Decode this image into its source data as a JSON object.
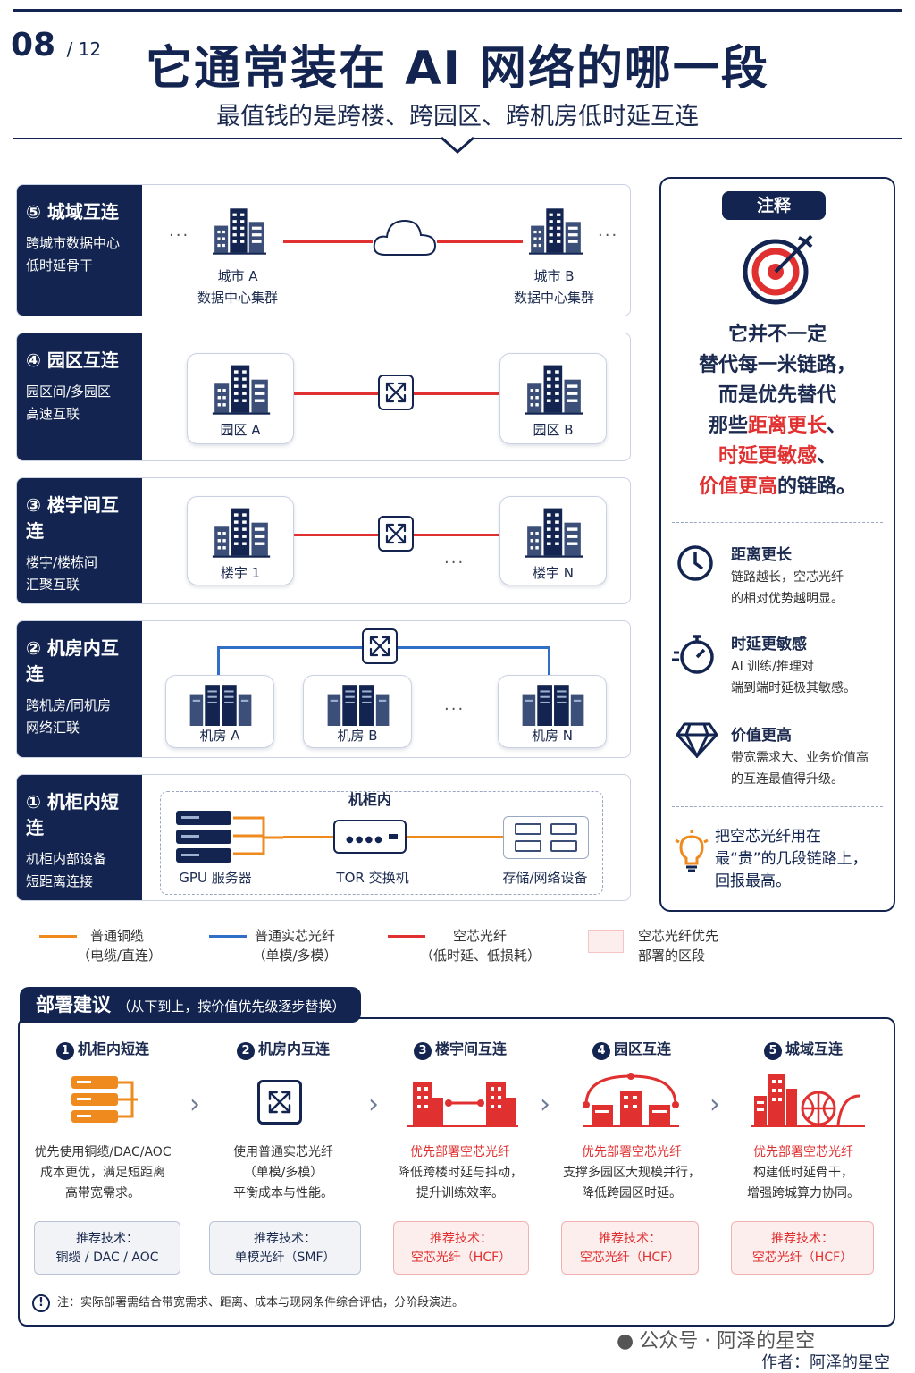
{
  "header": {
    "page_num": "08",
    "page_total": "/ 12",
    "title": "它通常装在 AI 网络的哪一段",
    "subtitle": "最值钱的是跨楼、跨园区、跨机房低时延互连"
  },
  "rows": [
    {
      "title": "⑤ 城域互连",
      "desc1": "跨城市数据中心",
      "desc2": "低时延骨干",
      "left1": "城市 A",
      "left2": "数据中心集群",
      "right1": "城市 B",
      "right2": "数据中心集群"
    },
    {
      "title": "④ 园区互连",
      "desc1": "园区间/多园区",
      "desc2": "高速互联",
      "left1": "园区 A",
      "right1": "园区 B"
    },
    {
      "title": "③ 楼宇间互连",
      "desc1": "楼宇/楼栋间",
      "desc2": "汇聚互联",
      "left1": "楼宇 1",
      "right1": "楼宇 N"
    },
    {
      "title": "② 机房内互连",
      "desc1": "跨机房/同机房",
      "desc2": "网络汇联",
      "a": "机房 A",
      "b": "机房 B",
      "n": "机房 N"
    },
    {
      "title": "① 机柜内短连",
      "desc1": "机柜内部设备",
      "desc2": "短距离连接",
      "inner": "机柜内",
      "gpu": "GPU 服务器",
      "tor": "TOR 交换机",
      "storage": "存储/网络设备"
    }
  ],
  "dots": "···",
  "note": {
    "header": "注释",
    "l1": "它并不一定",
    "l2": "替代每一米链路，",
    "l3": "而是优先替代",
    "l4a": "那些",
    "l4b": "距离更长",
    "l4c": "、",
    "l5a": "时延更敏感",
    "l5b": "、",
    "l6a": "价值更高",
    "l6b": "的链路。",
    "items": [
      {
        "h": "距离更长",
        "d1": "链路越长，空芯光纤",
        "d2": "的相对优势越明显。"
      },
      {
        "h": "时延更敏感",
        "d1": "AI 训练/推理对",
        "d2": "端到端时延极其敏感。"
      },
      {
        "h": "价值更高",
        "d1": "带宽需求大、业务价值高",
        "d2": "的互连最值得升级。"
      }
    ],
    "tip1": "把空芯光纤用在",
    "tip2": "最“贵”的几段链路上，",
    "tip3": "回报最高。"
  },
  "legend": [
    {
      "l1": "普通铜缆",
      "l2": "（电缆/直连）"
    },
    {
      "l1": "普通实芯光纤",
      "l2": "（单模/多模）"
    },
    {
      "l1": "空芯光纤",
      "l2": "（低时延、低损耗）"
    },
    {
      "l1": "空芯光纤优先",
      "l2": "部署的区段"
    }
  ],
  "deploy": {
    "title": "部署建议",
    "sub": "（从下到上，按价值优先级逐步替换）",
    "cols": [
      {
        "n": "1",
        "t": "机柜内短连",
        "d1": "优先使用铜缆/DAC/AOC",
        "d2": "成本更优，满足短距离",
        "d3": "高带宽需求。",
        "r1": "推荐技术：",
        "r2": "铜缆 / DAC / AOC"
      },
      {
        "n": "2",
        "t": "机房内互连",
        "d1": "使用普通实芯光纤",
        "d2": "（单模/多模）",
        "d3": "平衡成本与性能。",
        "r1": "推荐技术：",
        "r2": "单模光纤（SMF）"
      },
      {
        "n": "3",
        "t": "楼宇间互连",
        "d1": "优先部署空芯光纤",
        "d2": "降低跨楼时延与抖动，",
        "d3": "提升训练效率。",
        "r1": "推荐技术：",
        "r2": "空芯光纤（HCF）"
      },
      {
        "n": "4",
        "t": "园区互连",
        "d1": "优先部署空芯光纤",
        "d2": "支撑多园区大规模并行，",
        "d3": "降低跨园区时延。",
        "r1": "推荐技术：",
        "r2": "空芯光纤（HCF）"
      },
      {
        "n": "5",
        "t": "城域互连",
        "d1": "优先部署空芯光纤",
        "d2": "构建低时延骨干，",
        "d3": "增强跨城算力协同。",
        "r1": "推荐技术：",
        "r2": "空芯光纤（HCF）"
      }
    ],
    "footnote": "注：实际部署需结合带宽需求、距离、成本与现网条件综合评估，分阶段演进。"
  },
  "watermark": {
    "w1": "公众号 · 阿泽的星空",
    "w2": "作者：阿泽的星空"
  },
  "colors": {
    "navy": "#12244f",
    "red": "#e03030",
    "blue": "#2f6fc8",
    "orange": "#ee8a1e"
  }
}
